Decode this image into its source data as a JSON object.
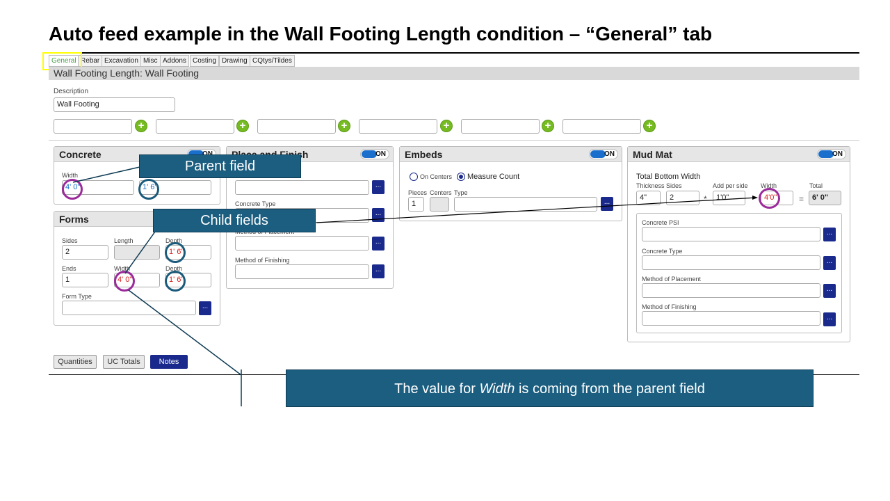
{
  "slide": {
    "title": "Auto feed example in the Wall Footing Length condition – “General” tab"
  },
  "tabs": [
    "General",
    "Rebar",
    "Excavation",
    "Misc",
    "Addons",
    "Costing",
    "Drawing",
    "CQtys/Tildes"
  ],
  "header": {
    "title": "Wall Footing Length: Wall Footing"
  },
  "description": {
    "label": "Description",
    "value": "Wall Footing"
  },
  "toggle_text": "ON",
  "concrete": {
    "title": "Concrete",
    "width_label": "Width",
    "width_value": "4' 0\"",
    "second_value": "1' 6\""
  },
  "place_finish": {
    "title": "Place and Finish",
    "concrete_type_label": "Concrete Type",
    "placement_label": "Method of Placement",
    "finishing_label": "Method of Finishing"
  },
  "forms": {
    "title": "Forms",
    "sides_label": "Sides",
    "sides_value": "2",
    "length_label": "Length",
    "depth_label": "Depth",
    "depth_value": "1' 6\"",
    "ends_label": "Ends",
    "ends_value": "1",
    "width_label": "Width",
    "width_value": "4' 0\"",
    "depth2_label": "Depth",
    "depth2_value": "1' 6\"",
    "form_type_label": "Form Type"
  },
  "embeds": {
    "title": "Embeds",
    "on_centers_label": "On Centers",
    "measure_count_label": "Measure Count",
    "pieces_label": "Pieces",
    "pieces_value": "1",
    "centers_label": "Centers",
    "type_label": "Type"
  },
  "mud_mat": {
    "title": "Mud Mat",
    "total_bottom_width_label": "Total Bottom Width",
    "thickness_label": "Thickness",
    "thickness_value": "4\"",
    "sides_label": "Sides",
    "sides_value": "2",
    "multiply_sign": "*",
    "add_per_side_label": "Add per side",
    "add_per_side_value": "1'0\"",
    "width_label": "Width",
    "width_value": "4'0\"",
    "equals_sign": "=",
    "total_label": "Total",
    "total_value": "6' 0\"",
    "concrete_psi_label": "Concrete PSI",
    "concrete_type_label": "Concrete Type",
    "placement_label": "Method of Placement",
    "finishing_label": "Method of Finishing"
  },
  "bottom_buttons": {
    "quantities": "Quantities",
    "uc_totals": "UC Totals",
    "notes": "Notes"
  },
  "callouts": {
    "parent": "Parent field",
    "child": "Child fields",
    "message_before": "The value for ",
    "message_emph": "Width",
    "message_after": " is coming from the parent field"
  },
  "button_dots": "...",
  "plus_glyph": "+",
  "colors": {
    "accent": "#1b5e80",
    "parent_circle": "#9b2a9b",
    "child_circle": "#1a5a7a",
    "button_blue": "#1a2a8c",
    "plus_green": "#77bb22",
    "highlight": "#ffff00"
  }
}
